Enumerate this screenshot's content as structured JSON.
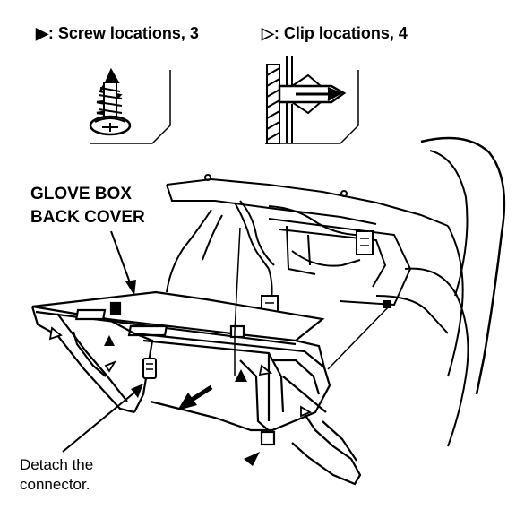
{
  "legend": {
    "screw_label": "▶: Screw locations, 3",
    "clip_label": "▷: Clip locations, 4"
  },
  "callout": {
    "line1": "GLOVE BOX",
    "line2": "BACK COVER"
  },
  "note": {
    "line1": "Detach the",
    "line2": "connector."
  }
}
